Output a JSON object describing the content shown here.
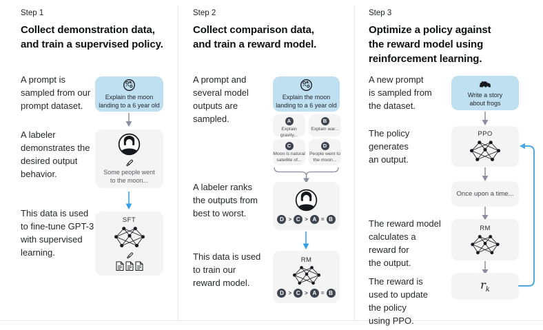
{
  "colors": {
    "card_blue": "#BEE0F1",
    "card_gray": "#F4F4F5",
    "arrow_gray": "#8A8DA0",
    "arrow_blue": "#2E9FE8",
    "badge_dark": "#3E4450",
    "divider": "#E7E7E9",
    "text_primary": "#1C1E21"
  },
  "icons": {
    "prompt_step1": "moon-icon",
    "prompt_step3": "frog-icon",
    "labeler": "labeler-avatar-icon",
    "writing": "pencil-icon",
    "model": "network-icon",
    "data": "documents-icon",
    "flow": "down-arrow-icon",
    "group": "curly-brace-icon",
    "loop": "feedback-loop-arrow-icon"
  },
  "steps": [
    {
      "label": "Step 1",
      "heading": "Collect demonstration data,\nand train a supervised policy.",
      "captions": [
        "A prompt is\nsampled from our\nprompt dataset.",
        "A labeler\ndemonstrates the\ndesired output\nbehavior.",
        "This data is used\nto fine-tune GPT-3\nwith supervised\nlearning."
      ],
      "prompt_card": {
        "text": "Explain the moon\nlanding to a 6 year old"
      },
      "labeler_card": {
        "text": "Some people went\nto the moon..."
      },
      "model_card": {
        "label": "SFT"
      }
    },
    {
      "label": "Step 2",
      "heading": "Collect comparison data,\nand train a reward model.",
      "captions": [
        "A prompt and\nseveral model\noutputs are\nsampled.",
        "A labeler ranks\nthe outputs from\nbest to worst.",
        "This data is used\nto train our\nreward model."
      ],
      "prompt_card": {
        "text": "Explain the moon\nlanding to a 6 year old"
      },
      "outputs": [
        {
          "letter": "A",
          "text": "Explain gravity..."
        },
        {
          "letter": "B",
          "text": "Explain war..."
        },
        {
          "letter": "C",
          "text": "Moon is natural\nsatellite of..."
        },
        {
          "letter": "D",
          "text": "People went to\nthe moon..."
        }
      ],
      "ranking": [
        "D",
        ">",
        "C",
        ">",
        "A",
        "=",
        "B"
      ],
      "model_card": {
        "label": "RM"
      }
    },
    {
      "label": "Step 3",
      "heading": "Optimize a policy against\nthe reward model using\nreinforcement learning.",
      "captions": [
        "A new prompt\nis sampled from\nthe dataset.",
        "The policy\ngenerates\nan output.",
        "The reward model\ncalculates a\nreward for\nthe output.",
        "The reward is\nused to update\nthe policy\nusing PPO."
      ],
      "prompt_card": {
        "text": "Write a story\nabout frogs"
      },
      "policy_card": {
        "label": "PPO"
      },
      "output_card": {
        "text": "Once upon a time..."
      },
      "reward_card": {
        "label": "RM"
      },
      "reward_value": {
        "base": "r",
        "sub": "k"
      }
    }
  ]
}
